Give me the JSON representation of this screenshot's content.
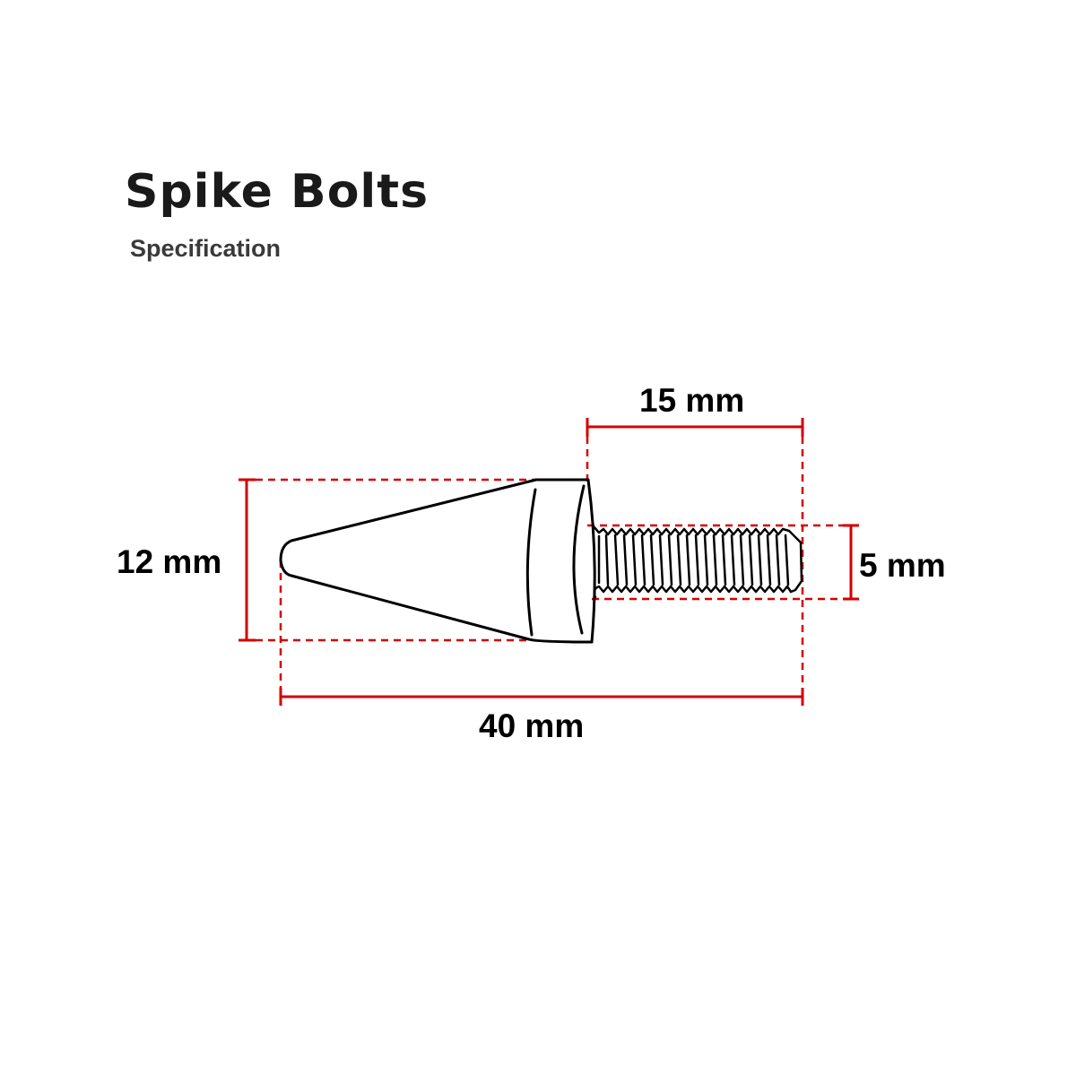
{
  "header": {
    "title": "Spike Bolts",
    "subtitle": "Specification"
  },
  "dimensions": {
    "thread_length": "15 mm",
    "head_diameter": "12 mm",
    "thread_diameter": "5 mm",
    "total_length": "40 mm"
  },
  "colors": {
    "dimension_line": "#d40000",
    "outline": "#000000",
    "title": "#1a1a1a",
    "subtitle": "#3a3a3a",
    "background": "#ffffff"
  }
}
